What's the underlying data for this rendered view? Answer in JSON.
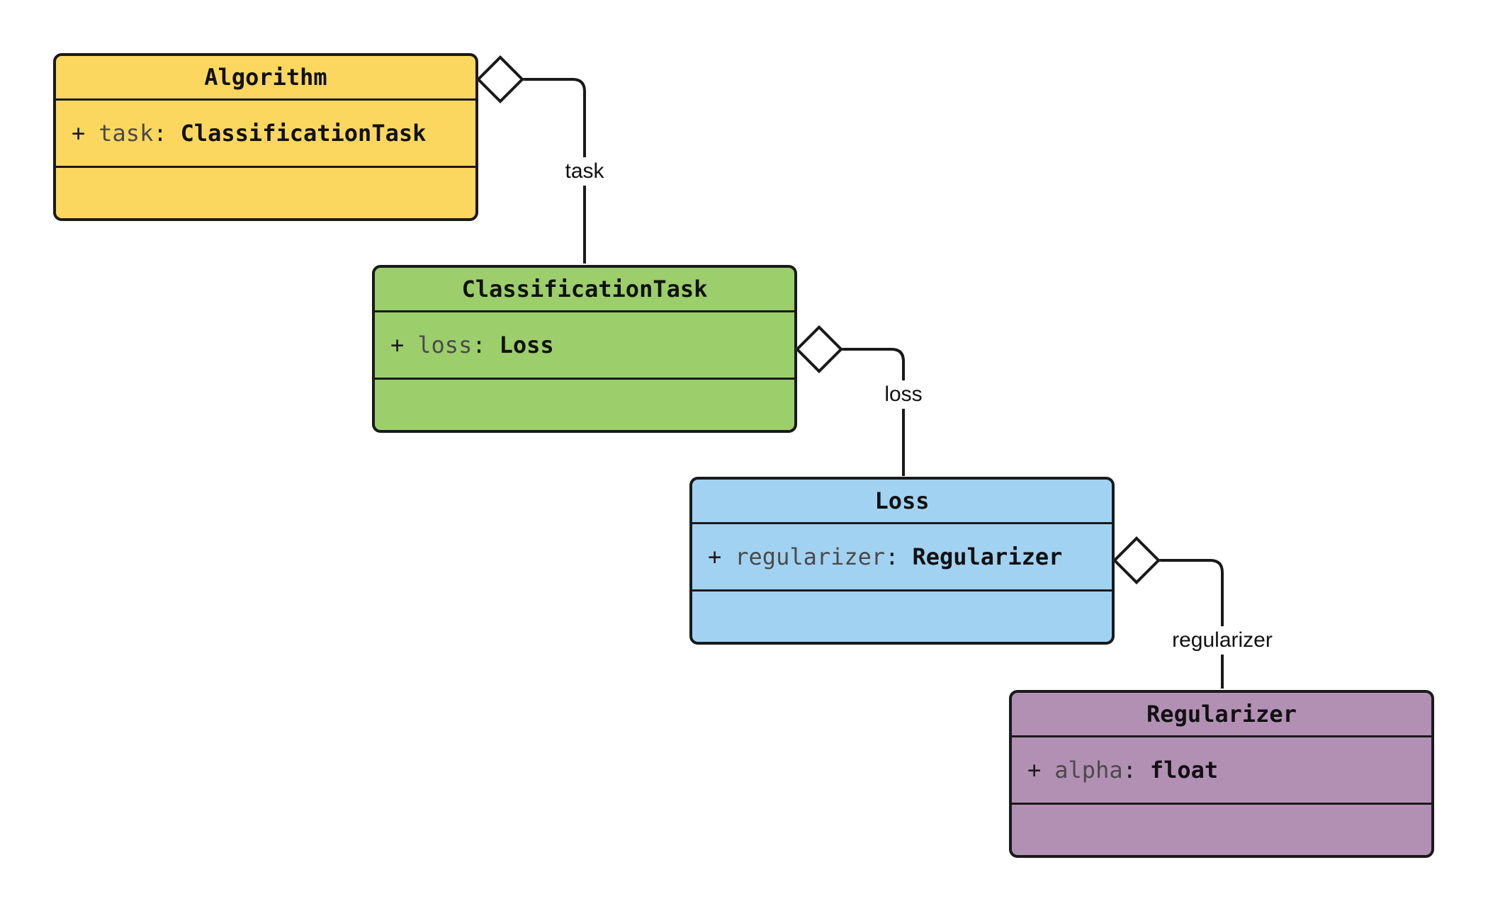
{
  "diagram": {
    "background_color": "#ffffff",
    "stroke_color": "#1a1a1a",
    "classes": [
      {
        "name": "Algorithm",
        "fill": "#fbd75f",
        "attributes": [
          {
            "visibility": "+",
            "name": "task",
            "colon": ":",
            "type": "ClassificationTask"
          }
        ]
      },
      {
        "name": "ClassificationTask",
        "fill": "#9cce6c",
        "attributes": [
          {
            "visibility": "+",
            "name": "loss",
            "colon": ":",
            "type": "Loss"
          }
        ]
      },
      {
        "name": "Loss",
        "fill": "#a2d2f2",
        "attributes": [
          {
            "visibility": "+",
            "name": "regularizer",
            "colon": ":",
            "type": "Regularizer"
          }
        ]
      },
      {
        "name": "Regularizer",
        "fill": "#b290b4",
        "attributes": [
          {
            "visibility": "+",
            "name": "alpha",
            "colon": ":",
            "type": "float"
          }
        ]
      }
    ],
    "relationships": [
      {
        "from": "Algorithm",
        "to": "ClassificationTask",
        "kind": "aggregation",
        "label": "task"
      },
      {
        "from": "ClassificationTask",
        "to": "Loss",
        "kind": "aggregation",
        "label": "loss"
      },
      {
        "from": "Loss",
        "to": "Regularizer",
        "kind": "aggregation",
        "label": "regularizer"
      }
    ]
  }
}
